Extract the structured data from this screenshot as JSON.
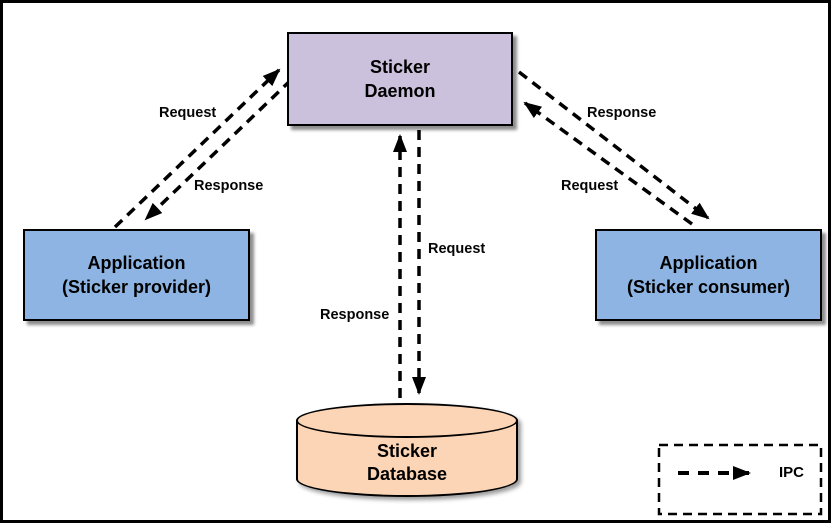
{
  "diagram": {
    "nodes": {
      "daemon": {
        "line1": "Sticker",
        "line2": "Daemon",
        "fill": "#CCC1DC"
      },
      "provider": {
        "line1": "Application",
        "line2": "(Sticker provider)",
        "fill": "#8DB4E2"
      },
      "consumer": {
        "line1": "Application",
        "line2": "(Sticker consumer)",
        "fill": "#8DB4E2"
      },
      "database": {
        "line1": "Sticker",
        "line2": "Database",
        "fill": "#FBD5B5"
      }
    },
    "edges": [
      {
        "id": "provider-to-daemon",
        "label": "Request",
        "from": "Application (Sticker provider)",
        "to": "Sticker Daemon"
      },
      {
        "id": "daemon-to-provider",
        "label": "Response",
        "from": "Sticker Daemon",
        "to": "Application (Sticker provider)"
      },
      {
        "id": "consumer-to-daemon",
        "label": "Request",
        "from": "Application (Sticker consumer)",
        "to": "Sticker Daemon"
      },
      {
        "id": "daemon-to-consumer",
        "label": "Response",
        "from": "Sticker Daemon",
        "to": "Application (Sticker consumer)"
      },
      {
        "id": "daemon-to-database",
        "label": "Request",
        "from": "Sticker Daemon",
        "to": "Sticker Database"
      },
      {
        "id": "database-to-daemon",
        "label": "Response",
        "from": "Sticker Database",
        "to": "Sticker Daemon"
      }
    ],
    "legend": {
      "label": "IPC",
      "arrow_meaning": "dashed-arrow"
    },
    "colors": {
      "line": "#000000",
      "background": "#FFFFFF",
      "daemon_fill": "#CCC1DC",
      "application_fill": "#8DB4E2",
      "database_fill": "#FBD5B5"
    }
  }
}
